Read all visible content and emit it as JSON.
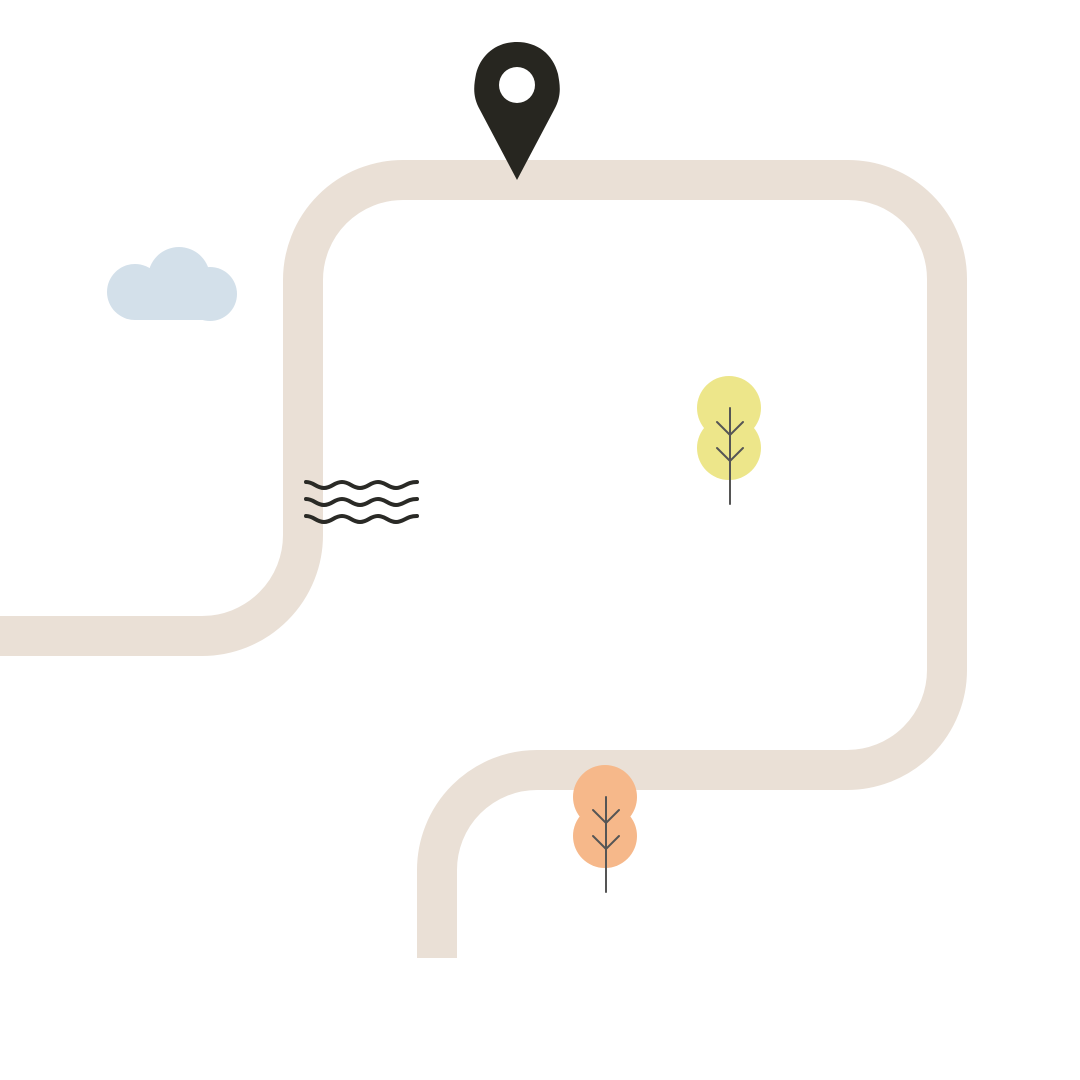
{
  "illustration": {
    "background_color": "#ffffff",
    "road": {
      "color": "#eae0d6"
    },
    "cloud": {
      "color": "#d3e0ea"
    },
    "location_pin": {
      "color": "#272620",
      "hole_color": "#ffffff",
      "icon": "map-pin"
    },
    "water": {
      "color": "#2a2a26",
      "icon": "water-waves",
      "wave_lines": 3
    },
    "trees": [
      {
        "name": "yellow-tree",
        "crown_color": "#ede68a",
        "trunk_color": "#555555"
      },
      {
        "name": "orange-tree",
        "crown_color": "#f6b88a",
        "trunk_color": "#555555"
      }
    ]
  }
}
